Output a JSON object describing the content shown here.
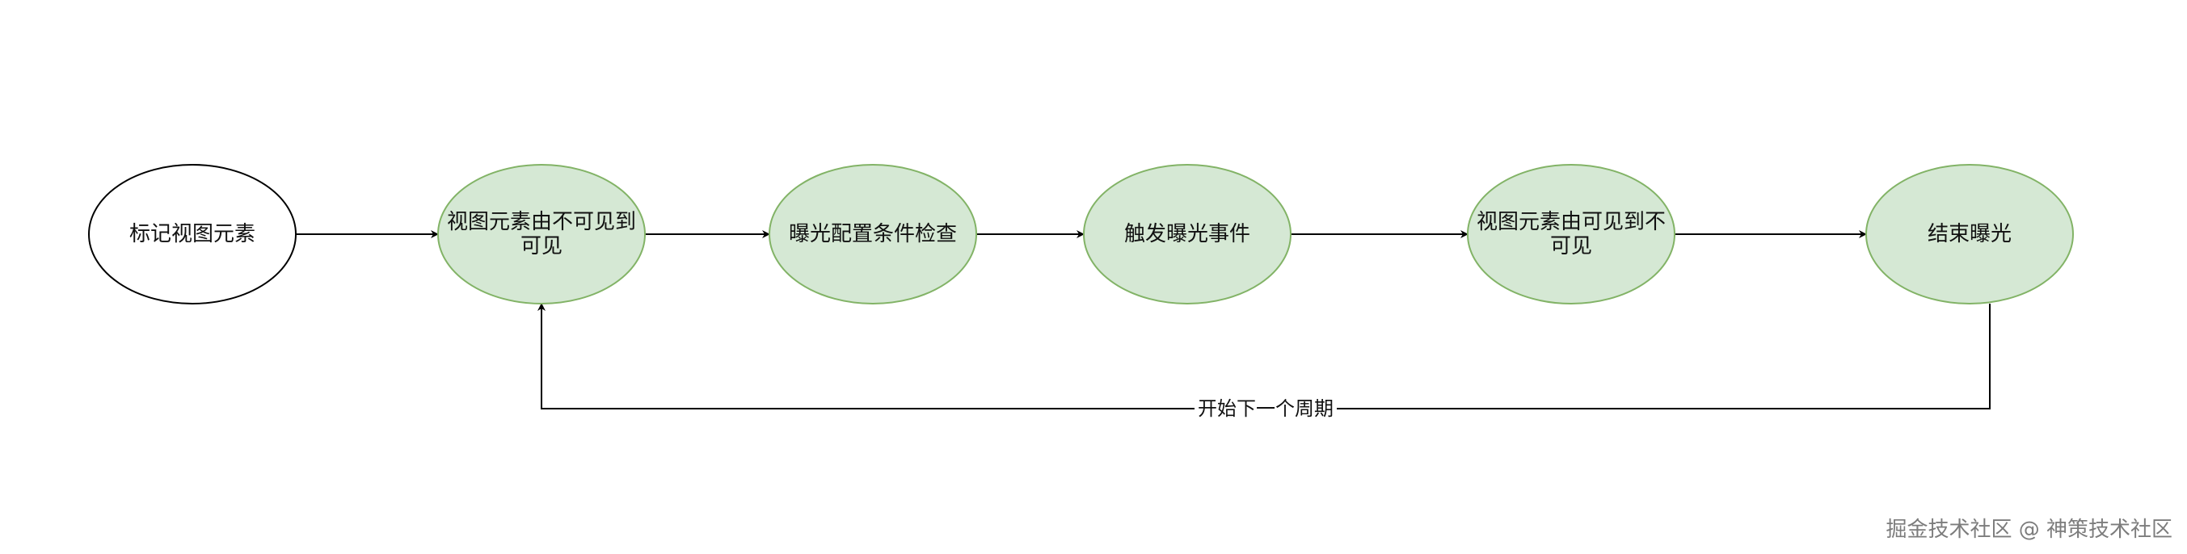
{
  "colors": {
    "node_fill_default": "#ffffff",
    "node_stroke_default": "#000000",
    "node_fill_green": "#d5e8d4",
    "node_stroke_green": "#82b366",
    "edge": "#000000"
  },
  "nodes": [
    {
      "id": "mark",
      "lines": [
        "标记视图元素"
      ],
      "style": "default"
    },
    {
      "id": "invisible-to-visible",
      "lines": [
        "视图元素由不可见到",
        "可见"
      ],
      "style": "green"
    },
    {
      "id": "check",
      "lines": [
        "曝光配置条件检查"
      ],
      "style": "green"
    },
    {
      "id": "trigger",
      "lines": [
        "触发曝光事件"
      ],
      "style": "green"
    },
    {
      "id": "visible-to-invisible",
      "lines": [
        "视图元素由可见到不",
        "可见"
      ],
      "style": "green"
    },
    {
      "id": "end",
      "lines": [
        "结束曝光"
      ],
      "style": "green"
    }
  ],
  "edges": [
    {
      "from": "mark",
      "to": "invisible-to-visible"
    },
    {
      "from": "invisible-to-visible",
      "to": "check"
    },
    {
      "from": "check",
      "to": "trigger"
    },
    {
      "from": "trigger",
      "to": "visible-to-invisible"
    },
    {
      "from": "visible-to-invisible",
      "to": "end"
    },
    {
      "from": "end",
      "to": "invisible-to-visible",
      "label": "开始下一个周期",
      "route": "loop-below"
    }
  ],
  "watermark": "掘金技术社区 @ 神策技术社区"
}
